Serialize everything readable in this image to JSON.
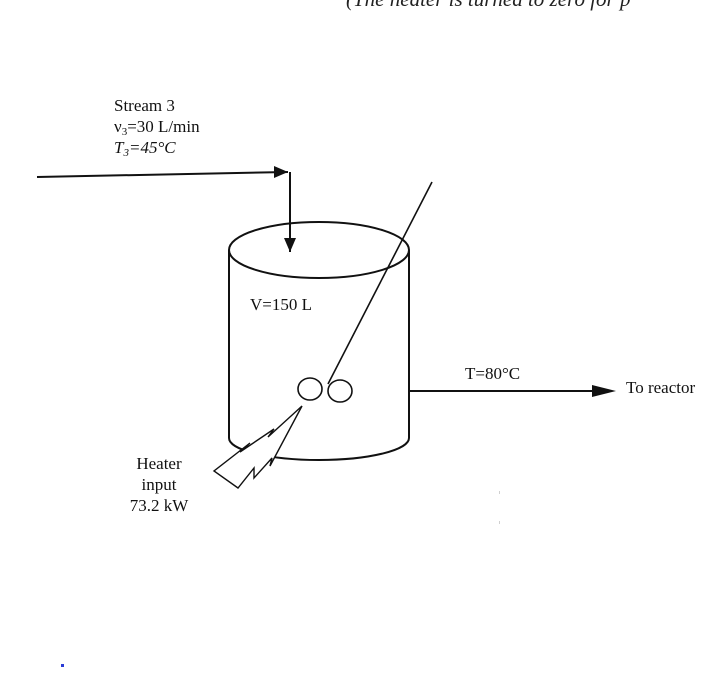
{
  "caption": "(The heater is turned to zero for p",
  "stream": {
    "name": "Stream 3",
    "flow_rate": "ν3=30 L/min",
    "temperature": "T3=45°C"
  },
  "tank": {
    "volume": "V=150 L"
  },
  "outlet": {
    "temperature": "T=80°C",
    "destination": "To reactor"
  },
  "heater": {
    "line1": "Heater",
    "line2": "input",
    "line3": "73.2 kW"
  }
}
